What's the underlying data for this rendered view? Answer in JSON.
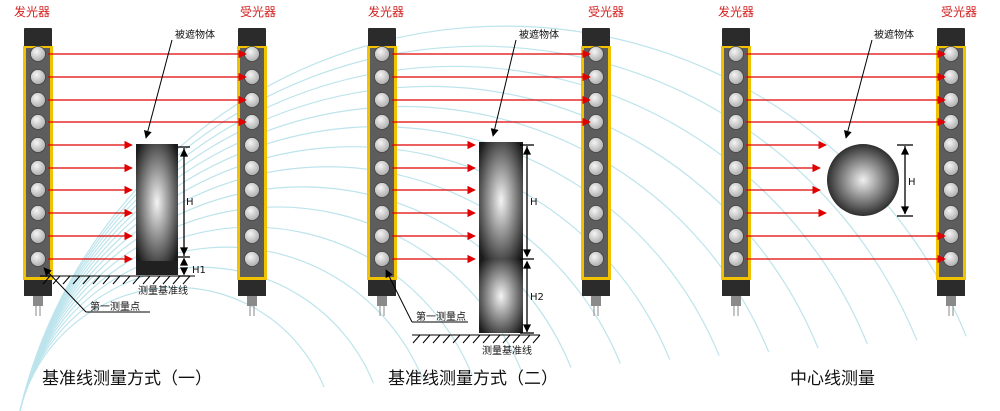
{
  "labels": {
    "emitter": "发光器",
    "receiver": "受光器",
    "object": "被遮物体",
    "first_point": "第一测量点",
    "baseline": "测量基准线",
    "dim_h": "H",
    "dim_h1": "H1",
    "dim_h2": "H2"
  },
  "captions": {
    "method1": "基准线测量方式（一）",
    "method2": "基准线测量方式（二）",
    "center": "中心线测量"
  },
  "colors": {
    "housing": "#f2c200",
    "lens_strip": "#5d5d5d",
    "lens": "#d6d6d6",
    "beam": "#e00000",
    "label_red": "#d42020"
  }
}
